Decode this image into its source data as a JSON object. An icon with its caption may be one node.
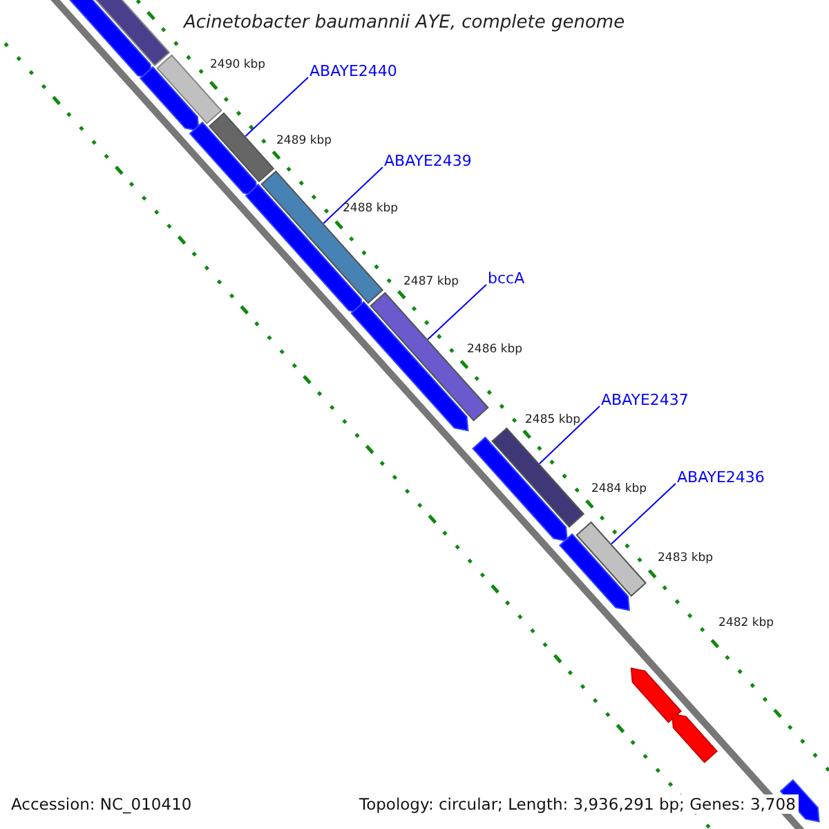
{
  "diagram": {
    "title": "Acinetobacter baumannii AYE, complete genome",
    "nodes": [
      {
        "text": [
          "ABAYE2440"
        ]
      },
      {
        "text": [],
        "shape": "bar"
      },
      {
        "text": [
          "ABAYE2439"
        ]
      },
      {
        "text": [],
        "shape": "bar"
      },
      {
        "text": [
          "bccA"
        ]
      },
      {
        "text": [],
        "shape": "bar"
      },
      {
        "text": [
          "ABAYE2437"
        ]
      },
      {
        "text": [],
        "shape": "bar"
      },
      {
        "text": [
          "ABAYE2436"
        ]
      },
      {
        "text": [],
        "shape": "bar"
      }
    ],
    "edges": [
      {
        "from": 0,
        "to": 1,
        "arrow": "none"
      },
      {
        "from": 2,
        "to": 3,
        "arrow": "none"
      },
      {
        "from": 4,
        "to": 5,
        "arrow": "none"
      },
      {
        "from": 6,
        "to": 7,
        "arrow": "none"
      },
      {
        "from": 8,
        "to": 9,
        "arrow": "none"
      }
    ],
    "labels": [
      "2490 kbp",
      "2489 kbp",
      "2488 kbp",
      "2487 kbp",
      "2486 kbp",
      "2485 kbp",
      "2484 kbp",
      "2483 kbp",
      "2482 kbp",
      "Accession: NC_010410",
      "Topology: circular; Length: 3,936,291 bp; Genes: 3,708"
    ]
  }
}
